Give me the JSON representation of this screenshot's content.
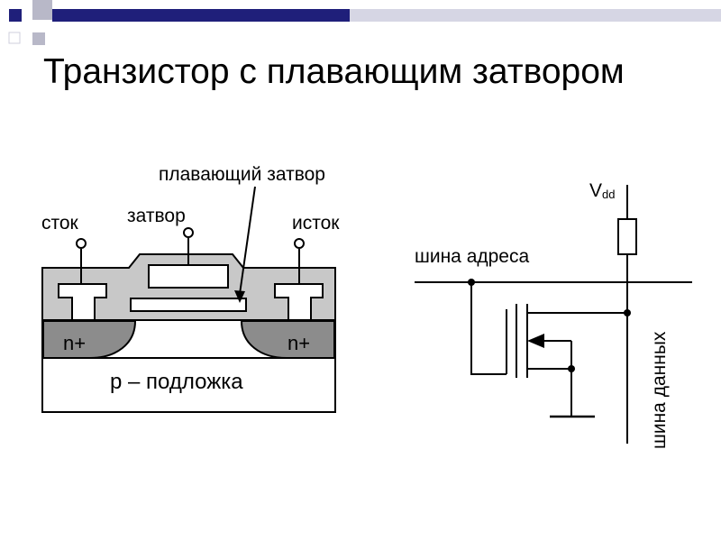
{
  "slide": {
    "title": "Транзистор с плавающим затвором"
  },
  "transistor": {
    "label_floating_gate": "плавающий затвор",
    "label_gate": "затвор",
    "label_drain": "сток",
    "label_source": "исток",
    "label_n_left": "n+",
    "label_n_right": "n+",
    "label_substrate": "p – подложка"
  },
  "circuit": {
    "label_vdd_main": "V",
    "label_vdd_sub": "dd",
    "label_address_bus": "шина адреса",
    "label_data_bus": "шина данных"
  },
  "colors": {
    "accent_navy": "#1f1f7a",
    "oxide_gray": "#c8c8c8",
    "n_region_gray": "#8c8c8c"
  }
}
